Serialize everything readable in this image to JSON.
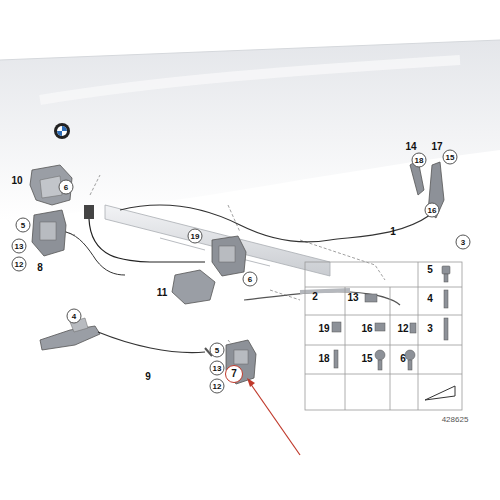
{
  "diagram": {
    "nodes": [
      {
        "text": [
          "7"
        ]
      }
    ],
    "labels": [
      "10",
      "6",
      "14",
      "17",
      "18",
      "15",
      "16",
      "1",
      "3",
      "5",
      "13",
      "12",
      "8",
      "19",
      "6",
      "11",
      "2",
      "4",
      "9",
      "5",
      "13",
      "12",
      "5",
      "13",
      "4",
      "19",
      "16",
      "12",
      "3",
      "18",
      "15",
      "6",
      "428625"
    ]
  }
}
